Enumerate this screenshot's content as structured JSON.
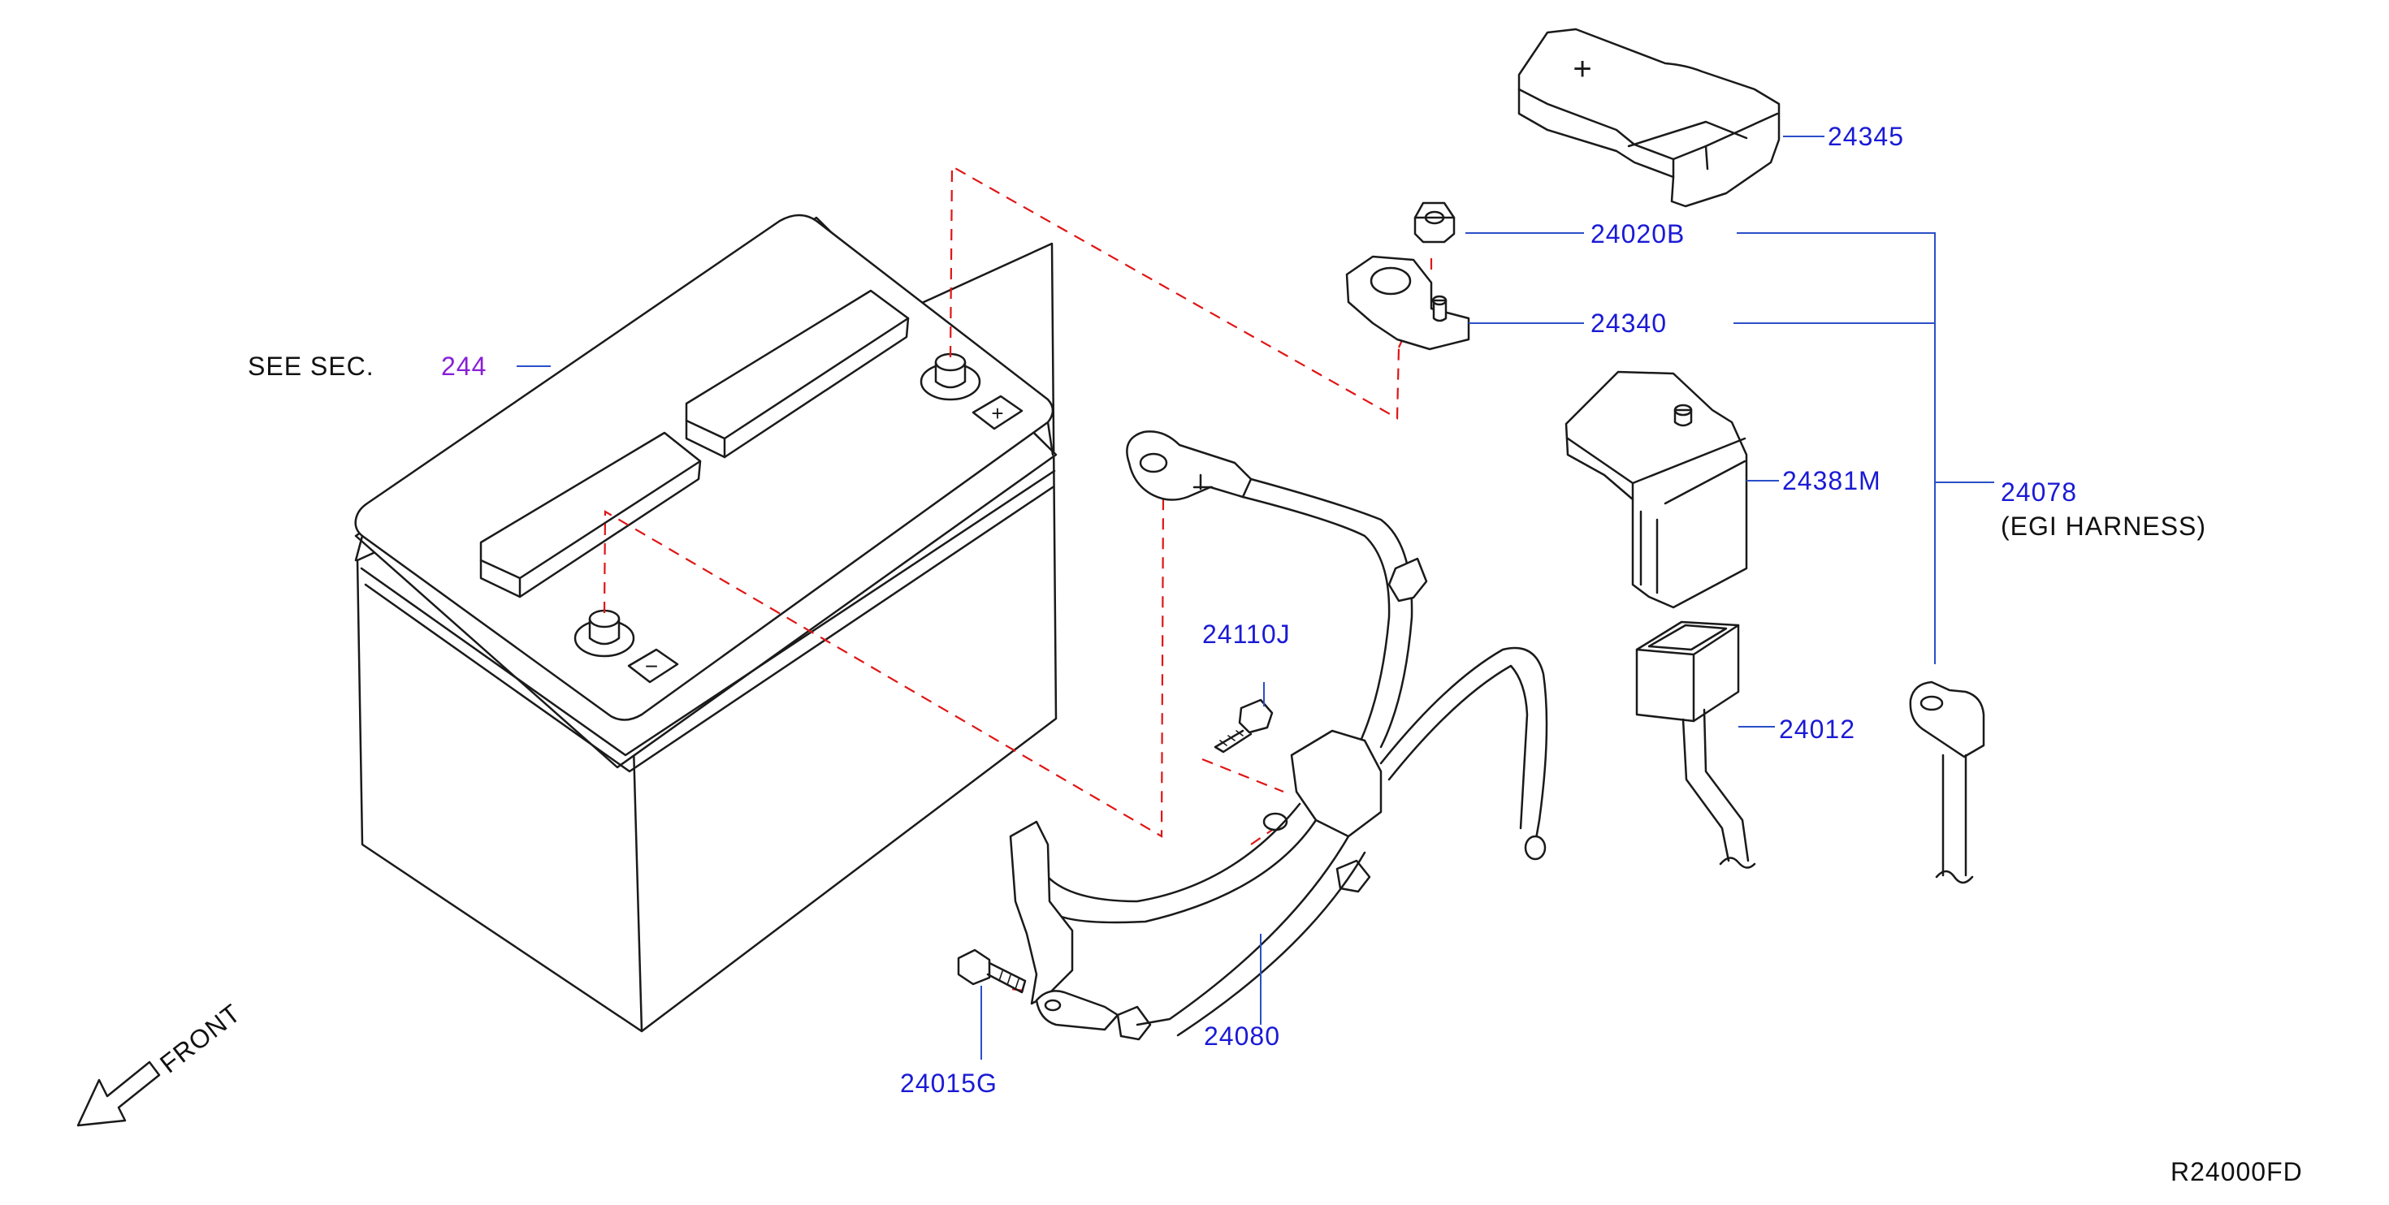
{
  "see_section": {
    "prefix": "SEE   SEC.",
    "number": "244"
  },
  "parts": {
    "p24345": "24345",
    "p24020B": "24020B",
    "p24340": "24340",
    "p24381M": "24381M",
    "p24078": "24078",
    "p24078_note": "(EGI   HARNESS)",
    "p24110J": "24110J",
    "p24012": "24012",
    "p24080": "24080",
    "p24015G": "24015G"
  },
  "battery_symbols": {
    "positive": "+",
    "negative": "−"
  },
  "cover_symbol": "+",
  "orientation": {
    "label": "FRONT"
  },
  "drawing_code": "R24000FD",
  "colors": {
    "callout_text": "#1a1ad6",
    "section_ref": "#8a1fd6",
    "leader": "#2a4fc8",
    "hidden_line": "#e01515",
    "outline": "#1a1a1a"
  }
}
